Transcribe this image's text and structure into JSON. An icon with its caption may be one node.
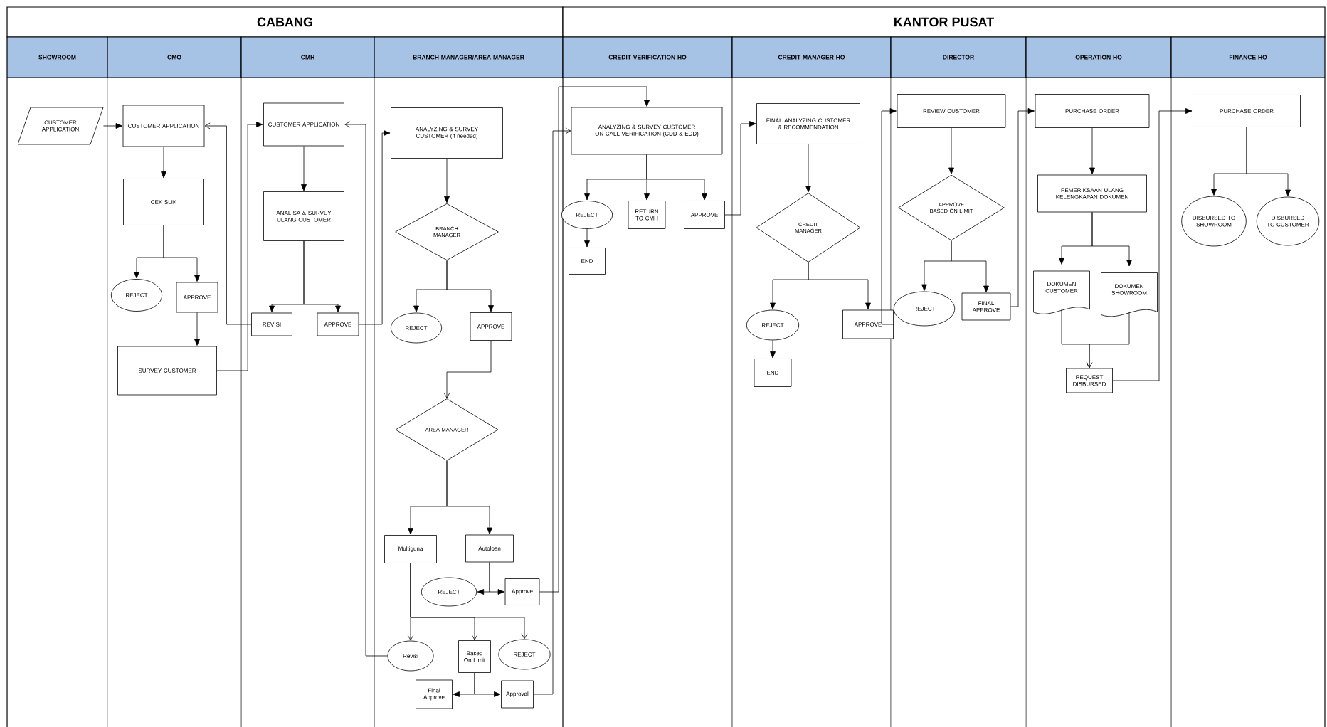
{
  "diagram": {
    "nodes": [
      {
        "text": [
          "CABANG"
        ]
      },
      {
        "text": [
          "KANTOR PUSAT"
        ]
      },
      {
        "text": [
          "SHOWROOM"
        ]
      },
      {
        "text": [
          "CMO"
        ]
      },
      {
        "text": [
          "CMH"
        ]
      },
      {
        "text": [
          "BRANCH MANAGER/AREA MANAGER"
        ]
      },
      {
        "text": [
          "CREDIT VERIFICATION HO"
        ]
      },
      {
        "text": [
          "CREDIT MANAGER HO"
        ]
      },
      {
        "text": [
          "DIRECTOR"
        ]
      },
      {
        "text": [
          "OPERATION HO"
        ]
      },
      {
        "text": [
          "FINANCE HO"
        ]
      },
      {
        "text": [
          "CUSTOMER APPLICATION"
        ]
      },
      {
        "text": [
          "CUSTOMER APPLICATION"
        ]
      },
      {
        "text": [
          "CEK SLIK"
        ]
      },
      {
        "text": [
          "REJECT"
        ]
      },
      {
        "text": [
          "APPROVE"
        ]
      },
      {
        "text": [
          "SURVEY CUSTOMER"
        ]
      },
      {
        "text": [
          "CUSTOMER APPLICATION"
        ]
      },
      {
        "text": [
          "ANALISA & SURVEY ULANG CUSTOMER"
        ]
      },
      {
        "text": [
          "REVISI"
        ]
      },
      {
        "text": [
          "APPROVE"
        ]
      },
      {
        "text": [
          "ANALYZING & SURVEY CUSTOMER (if needed)"
        ]
      },
      {
        "text": [
          "BRANCH MANAGER"
        ]
      },
      {
        "text": [
          "REJECT"
        ]
      },
      {
        "text": [
          "APPROVE"
        ]
      },
      {
        "text": [
          "AREA MANAGER"
        ]
      },
      {
        "text": [
          "Multiguna"
        ]
      },
      {
        "text": [
          "Autoloan"
        ]
      },
      {
        "text": [
          "REJECT"
        ]
      },
      {
        "text": [
          "Approve"
        ]
      },
      {
        "text": [
          "Revisi"
        ]
      },
      {
        "text": [
          "Based On Limit"
        ]
      },
      {
        "text": [
          "REJECT"
        ]
      },
      {
        "text": [
          "Final Approve"
        ]
      },
      {
        "text": [
          "Approval"
        ]
      },
      {
        "text": [
          "ANALYZING & SURVEY CUSTOMER ON CALL VERIFICATION (CDD & EDD)"
        ]
      },
      {
        "text": [
          "REJECT"
        ]
      },
      {
        "text": [
          "RETURN TO CMH"
        ]
      },
      {
        "text": [
          "APPROVE"
        ]
      },
      {
        "text": [
          "END"
        ]
      },
      {
        "text": [
          "FINAL ANALYZING CUSTOMER & RECOMMENDATION"
        ]
      },
      {
        "text": [
          "CREDIT MANAGER"
        ]
      },
      {
        "text": [
          "REJECT"
        ]
      },
      {
        "text": [
          "APPROVE"
        ]
      },
      {
        "text": [
          "END"
        ]
      },
      {
        "text": [
          "REVIEW CUSTOMER"
        ]
      },
      {
        "text": [
          "APPROVE BASED ON LIMIT"
        ]
      },
      {
        "text": [
          "REJECT"
        ]
      },
      {
        "text": [
          "FINAL APPROVE"
        ]
      },
      {
        "text": [
          "PURCHASE ORDER"
        ]
      },
      {
        "text": [
          "PEMERIKSAAN ULANG KELENGKAPAN DOKUMEN"
        ]
      },
      {
        "text": [
          "DOKUMEN CUSTOMER"
        ]
      },
      {
        "text": [
          "DOKUMEN SHOWROOM"
        ]
      },
      {
        "text": [
          "REQUEST DISBURSED"
        ]
      },
      {
        "text": [
          "PURCHASE ORDER"
        ]
      },
      {
        "text": [
          "DISBURSED TO SHOWROOM"
        ]
      },
      {
        "text": [
          "DISBURSED TO CUSTOMER"
        ]
      }
    ],
    "edges": [
      {
        "from": 11,
        "to": 12,
        "arrow": "to"
      },
      {
        "from": 12,
        "to": 13,
        "arrow": "to"
      },
      {
        "from": 13,
        "to": 14,
        "arrow": "to"
      },
      {
        "from": 13,
        "to": 15,
        "arrow": "to"
      },
      {
        "from": 15,
        "to": 16,
        "arrow": "to"
      },
      {
        "from": 16,
        "to": 17,
        "arrow": "to"
      },
      {
        "from": 19,
        "to": 12,
        "arrow": "to"
      },
      {
        "from": 17,
        "to": 18,
        "arrow": "to"
      },
      {
        "from": 18,
        "to": 19,
        "arrow": "to"
      },
      {
        "from": 18,
        "to": 20,
        "arrow": "to"
      },
      {
        "from": 20,
        "to": 21,
        "arrow": "to"
      },
      {
        "from": 21,
        "to": 22,
        "arrow": "to"
      },
      {
        "from": 22,
        "to": 23,
        "arrow": "to"
      },
      {
        "from": 22,
        "to": 24,
        "arrow": "to"
      },
      {
        "from": 24,
        "to": 25,
        "arrow": "to"
      },
      {
        "from": 25,
        "to": 26,
        "arrow": "to"
      },
      {
        "from": 25,
        "to": 27,
        "arrow": "to"
      },
      {
        "from": 27,
        "to": 28,
        "arrow": "to"
      },
      {
        "from": 27,
        "to": 29,
        "arrow": "to"
      },
      {
        "from": 29,
        "to": 35,
        "arrow": "to"
      },
      {
        "from": 26,
        "to": 30,
        "arrow": "to"
      },
      {
        "from": 26,
        "to": 31,
        "arrow": "to"
      },
      {
        "from": 26,
        "to": 32,
        "arrow": "to"
      },
      {
        "from": 30,
        "to": 17,
        "arrow": "to"
      },
      {
        "from": 31,
        "to": 33,
        "arrow": "to"
      },
      {
        "from": 31,
        "to": 34,
        "arrow": "to"
      },
      {
        "from": 34,
        "to": 35,
        "arrow": "to"
      },
      {
        "from": 35,
        "to": 36,
        "arrow": "to"
      },
      {
        "from": 35,
        "to": 37,
        "arrow": "to"
      },
      {
        "from": 35,
        "to": 38,
        "arrow": "to"
      },
      {
        "from": 36,
        "to": 39,
        "arrow": "to"
      },
      {
        "from": 38,
        "to": 40,
        "arrow": "to"
      },
      {
        "from": 40,
        "to": 41,
        "arrow": "to"
      },
      {
        "from": 41,
        "to": 42,
        "arrow": "to"
      },
      {
        "from": 41,
        "to": 43,
        "arrow": "to"
      },
      {
        "from": 42,
        "to": 44,
        "arrow": "to"
      },
      {
        "from": 43,
        "to": 45,
        "arrow": "to"
      },
      {
        "from": 45,
        "to": 46,
        "arrow": "to"
      },
      {
        "from": 46,
        "to": 47,
        "arrow": "to"
      },
      {
        "from": 46,
        "to": 48,
        "arrow": "to"
      },
      {
        "from": 48,
        "to": 49,
        "arrow": "to"
      },
      {
        "from": 49,
        "to": 50,
        "arrow": "to"
      },
      {
        "from": 50,
        "to": 51,
        "arrow": "to"
      },
      {
        "from": 50,
        "to": 52,
        "arrow": "to"
      },
      {
        "from": 51,
        "to": 53,
        "arrow": "to"
      },
      {
        "from": 52,
        "to": 53,
        "arrow": "to"
      },
      {
        "from": 53,
        "to": 54,
        "arrow": "to"
      },
      {
        "from": 54,
        "to": 55,
        "arrow": "to"
      },
      {
        "from": 54,
        "to": 56,
        "arrow": "to"
      }
    ]
  }
}
